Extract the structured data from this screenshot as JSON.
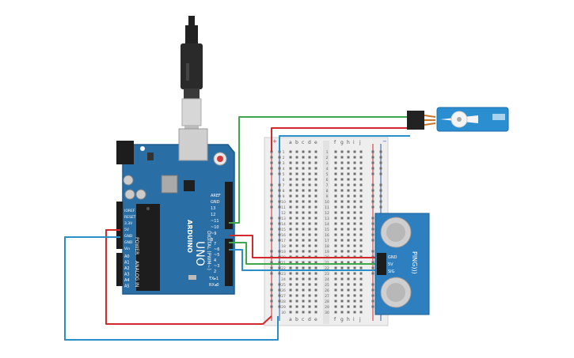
{
  "board": {
    "brand": "ARDUINO",
    "model": "UNO",
    "digital_label": "DIGITAL (PWM~)",
    "power_label": "POWER",
    "analog_label": "ANALOG IN",
    "tx_label": "TX▸1",
    "rx_label": "RX◂0",
    "power_pins": [
      "IOREF",
      "RESET",
      "3.3V",
      "5V",
      "GND",
      "GND",
      "Vin"
    ],
    "analog_pins": [
      "A0",
      "A1",
      "A2",
      "A3",
      "A4",
      "A5"
    ],
    "top_pins": [
      "AREF",
      "GND",
      "13",
      "12",
      "~11",
      "~10",
      "~9",
      "8"
    ],
    "mid_pins": [
      "7",
      "~6",
      "~5",
      "4",
      "~3",
      "2"
    ]
  },
  "breadboard": {
    "columns_left": [
      "a",
      "b",
      "c",
      "d",
      "e"
    ],
    "columns_right": [
      "f",
      "g",
      "h",
      "i",
      "j"
    ],
    "plus": "+",
    "minus": "−"
  },
  "sensor": {
    "label": "PING)))",
    "pins": [
      "GND",
      "5V",
      "SIG"
    ]
  },
  "colors": {
    "board": "#2a6ea6",
    "wire_red": "#d22a2a",
    "wire_green": "#3fa64a",
    "wire_blue": "#2a8ec8",
    "servo": "#2a8ed0",
    "sensor": "#2d7fbf"
  }
}
